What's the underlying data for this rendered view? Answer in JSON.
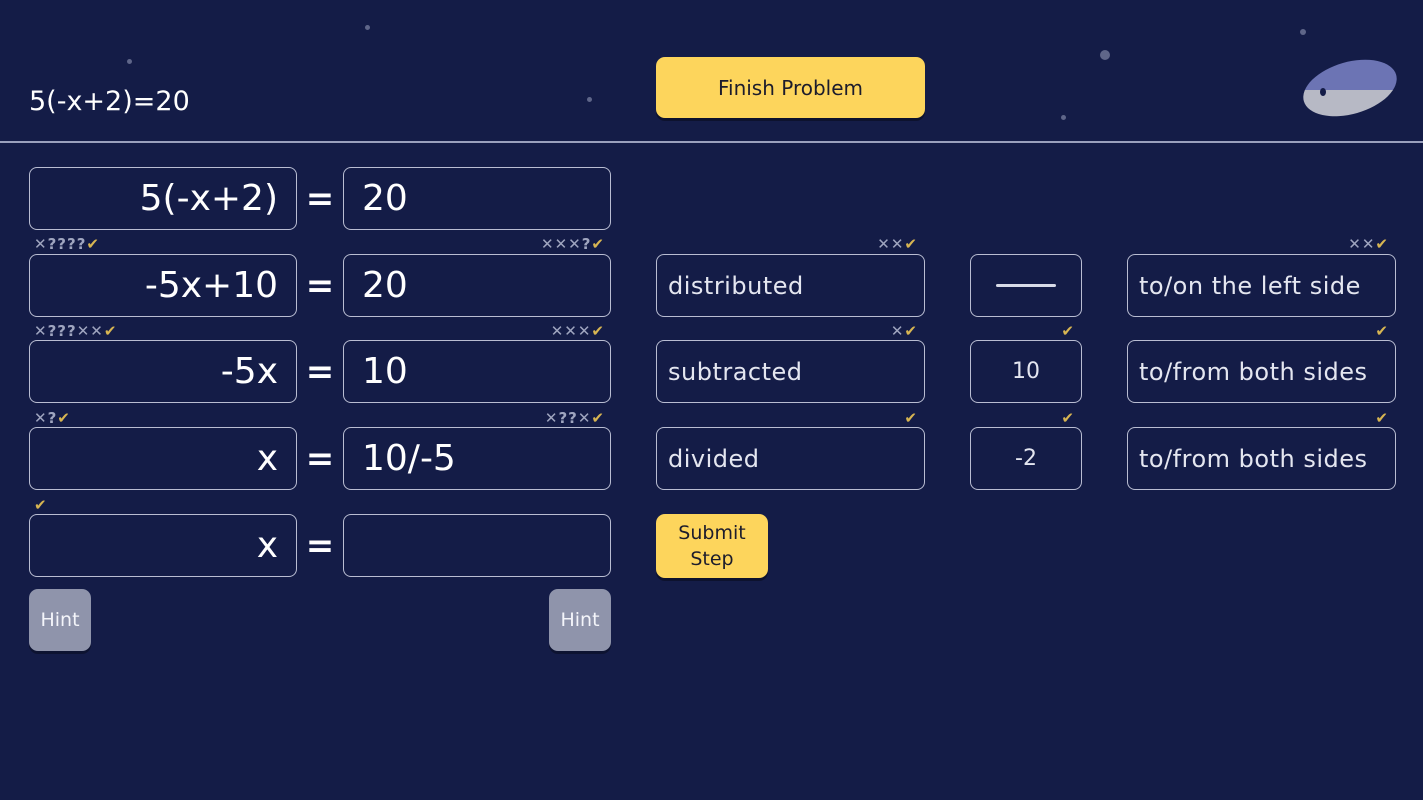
{
  "header": {
    "problem": "5(-x+2)=20",
    "finish_label": "Finish Problem"
  },
  "icons": {
    "planet": "planet-icon",
    "wrong": "cross-mark",
    "hint": "question-mark",
    "correct": "check-mark"
  },
  "colors": {
    "background": "#141c47",
    "button": "#fdd55c",
    "hint_button": "#8f94ab",
    "check": "#d7b552",
    "cross": "#9fa5bf"
  },
  "equals_sign": "=",
  "steps": [
    {
      "lhs": "5(-x+2)",
      "rhs": "20"
    },
    {
      "lhs": "-5x+10",
      "rhs": "20",
      "lhs_marks": [
        "✕",
        "?",
        "?",
        "?",
        "?",
        "✔"
      ],
      "rhs_marks": [
        "✕",
        "✕",
        "✕",
        "?",
        "✔"
      ],
      "operation": "distributed",
      "op_marks": [
        "✕",
        "✕",
        "✔"
      ],
      "value": "",
      "value_is_blank": true,
      "value_marks": [],
      "location": "to/on the left side",
      "loc_marks": [
        "✕",
        "✕",
        "✔"
      ]
    },
    {
      "lhs": "-5x",
      "rhs": "10",
      "lhs_marks": [
        "✕",
        "?",
        "?",
        "?",
        "✕",
        "✕",
        "✔"
      ],
      "rhs_marks": [
        "✕",
        "✕",
        "✕",
        "✔"
      ],
      "operation": "subtracted",
      "op_marks": [
        "✕",
        "✔"
      ],
      "value": "10",
      "value_marks": [
        "✔"
      ],
      "location": "to/from both sides",
      "loc_marks": [
        "✔"
      ]
    },
    {
      "lhs": "x",
      "rhs": "10/-5",
      "lhs_marks": [
        "✕",
        "?",
        "✔"
      ],
      "rhs_marks": [
        "✕",
        "?",
        "?",
        "✕",
        "✔"
      ],
      "operation": "divided",
      "op_marks": [
        "✔"
      ],
      "value": "-2",
      "value_marks": [
        "✔"
      ],
      "location": "to/from both sides",
      "loc_marks": [
        "✔"
      ]
    },
    {
      "lhs": "x",
      "rhs": "",
      "lhs_marks": [
        "✔"
      ]
    }
  ],
  "submit_label": "Submit Step",
  "hint_left_label": "Hint",
  "hint_right_label": "Hint"
}
